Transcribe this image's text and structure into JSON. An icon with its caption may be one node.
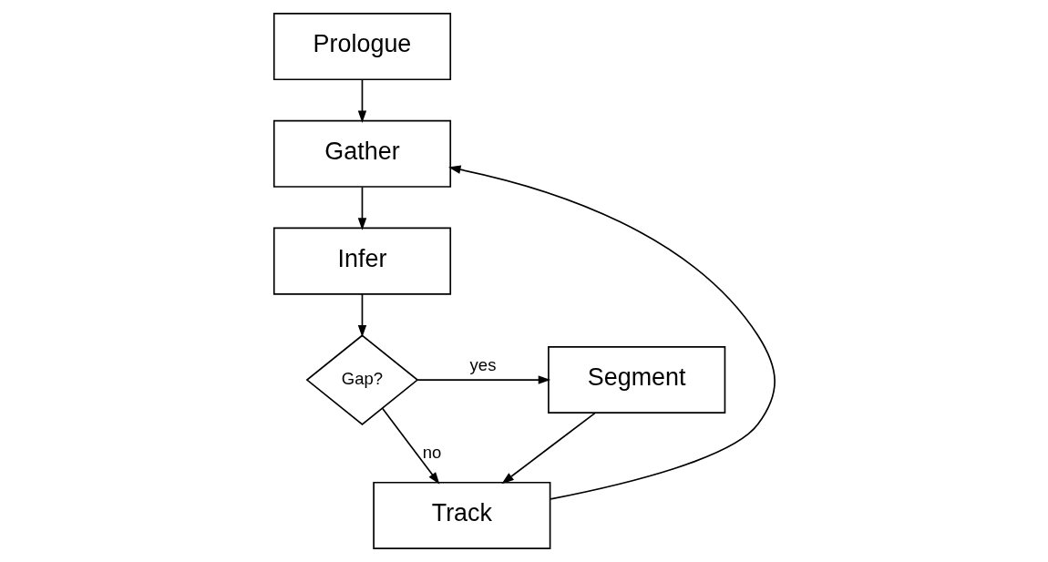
{
  "diagram": {
    "nodes": [
      {
        "text": [
          "Prologue"
        ]
      },
      {
        "text": [
          "Gather"
        ]
      },
      {
        "text": [
          "Infer"
        ]
      },
      {
        "text": [
          "Gap?"
        ]
      },
      {
        "text": [
          "Segment"
        ]
      },
      {
        "text": [
          "Track"
        ]
      }
    ],
    "edges": [
      {
        "from": 0,
        "to": 1,
        "arrow": "to"
      },
      {
        "from": 1,
        "to": 2,
        "arrow": "to"
      },
      {
        "from": 2,
        "to": 3,
        "arrow": "to"
      },
      {
        "from": 3,
        "to": 4,
        "arrow": "to",
        "label": "yes"
      },
      {
        "from": 3,
        "to": 5,
        "arrow": "to",
        "label": "no"
      },
      {
        "from": 4,
        "to": 5,
        "arrow": "to"
      },
      {
        "from": 5,
        "to": 1,
        "arrow": "to"
      }
    ]
  }
}
